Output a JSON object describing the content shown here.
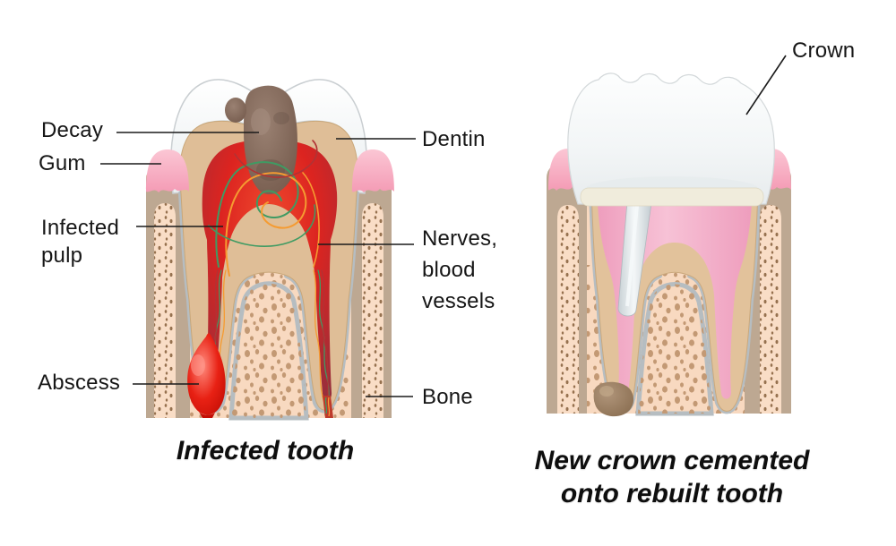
{
  "figure": {
    "left": {
      "caption": "Infected tooth",
      "labels": {
        "decay": "Decay",
        "gum": "Gum",
        "infected_pulp": "Infected\npulp",
        "abscess": "Abscess",
        "dentin": "Dentin",
        "nerves_blood_vessels": "Nerves,\nblood\nvessels",
        "bone": "Bone"
      }
    },
    "right": {
      "caption": "New crown cemented\nonto rebuilt tooth",
      "labels": {
        "crown": "Crown"
      }
    }
  },
  "colors": {
    "background": "#ffffff",
    "label_text": "#161616",
    "leader_line": "#1a1a1a",
    "enamel": "#f2f5f6",
    "dentin": "#dfbe97",
    "pulp_red": "#dc2420",
    "pulp_dark_edge": "#942f3d",
    "decay_brown": "#73594b",
    "abscess_red": "#e82114",
    "nerve_green": "#3f9b63",
    "nerve_orange": "#f59b31",
    "nerve_dark_red": "#b03335",
    "gum_pink": "#f49bb5",
    "gum_bone_tan": "#bda892",
    "bone_peach": "#f8d9c0",
    "bone_speckle": "#c39974",
    "ligament_gray": "#b6bdc1",
    "crown_white": "#fbfcfc",
    "cement_band": "#f0ecdc",
    "metal_post_gray": "#c8d1d5",
    "root_filling_pink": "#ee9dbd",
    "apex_seal_brown": "#8a6e51"
  }
}
